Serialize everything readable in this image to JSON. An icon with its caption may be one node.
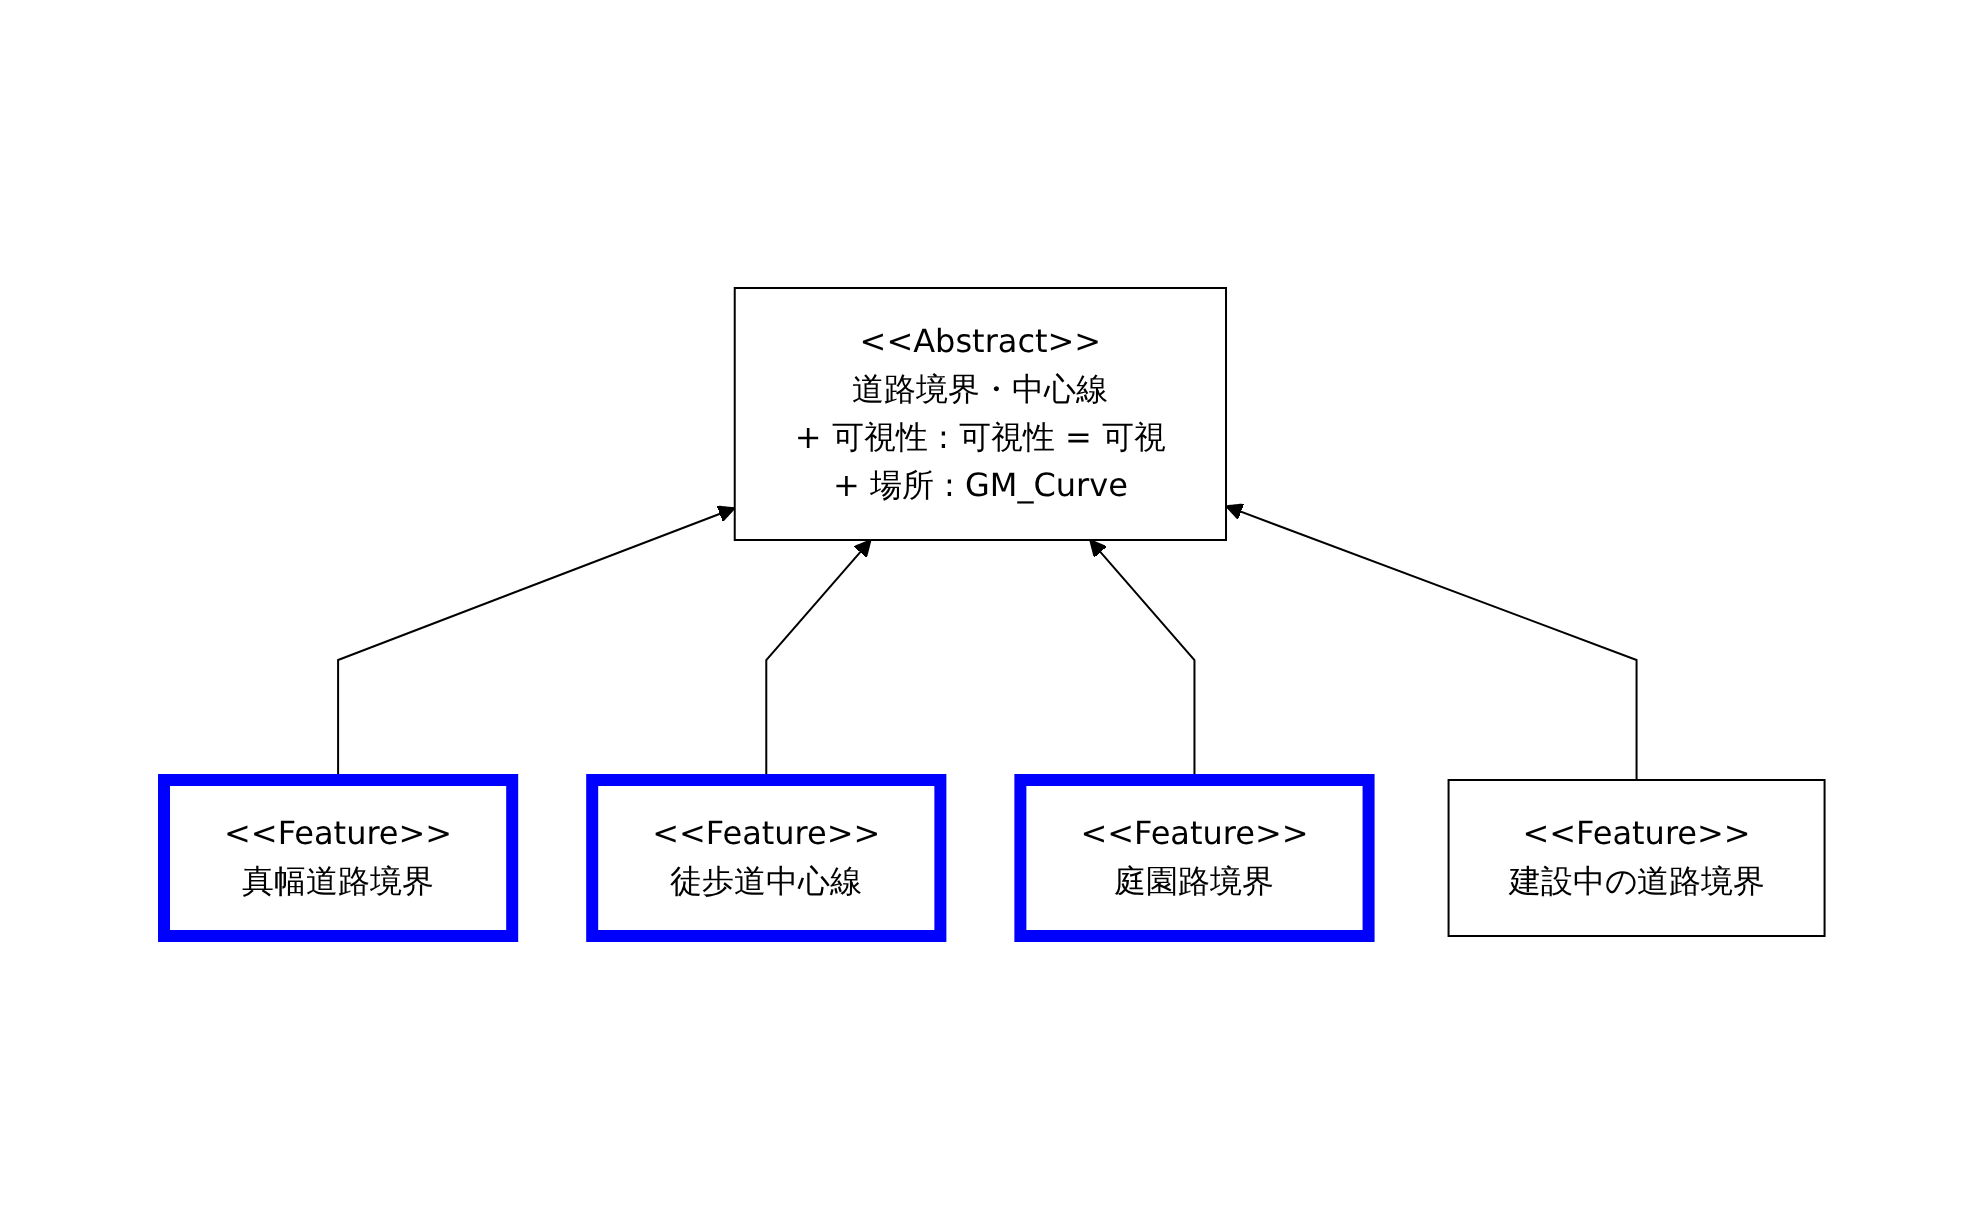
{
  "diagram": {
    "nodes": [
      {
        "text": [
          "<<Abstract>>",
          "道路境界・中心線",
          "+ 可視性 : 可視性 = 可視",
          "+ 場所 : GM_Curve"
        ]
      },
      {
        "text": [
          "<<Feature>>",
          "真幅道路境界"
        ]
      },
      {
        "text": [
          "<<Feature>>",
          "徒歩道中心線"
        ]
      },
      {
        "text": [
          "<<Feature>>",
          "庭園路境界"
        ]
      },
      {
        "text": [
          "<<Feature>>",
          "建設中の道路境界"
        ]
      }
    ],
    "edges": [
      {
        "from": 1,
        "to": 0,
        "arrow": "to"
      },
      {
        "from": 2,
        "to": 0,
        "arrow": "to"
      },
      {
        "from": 3,
        "to": 0,
        "arrow": "to"
      },
      {
        "from": 4,
        "to": 0,
        "arrow": "to"
      }
    ]
  }
}
